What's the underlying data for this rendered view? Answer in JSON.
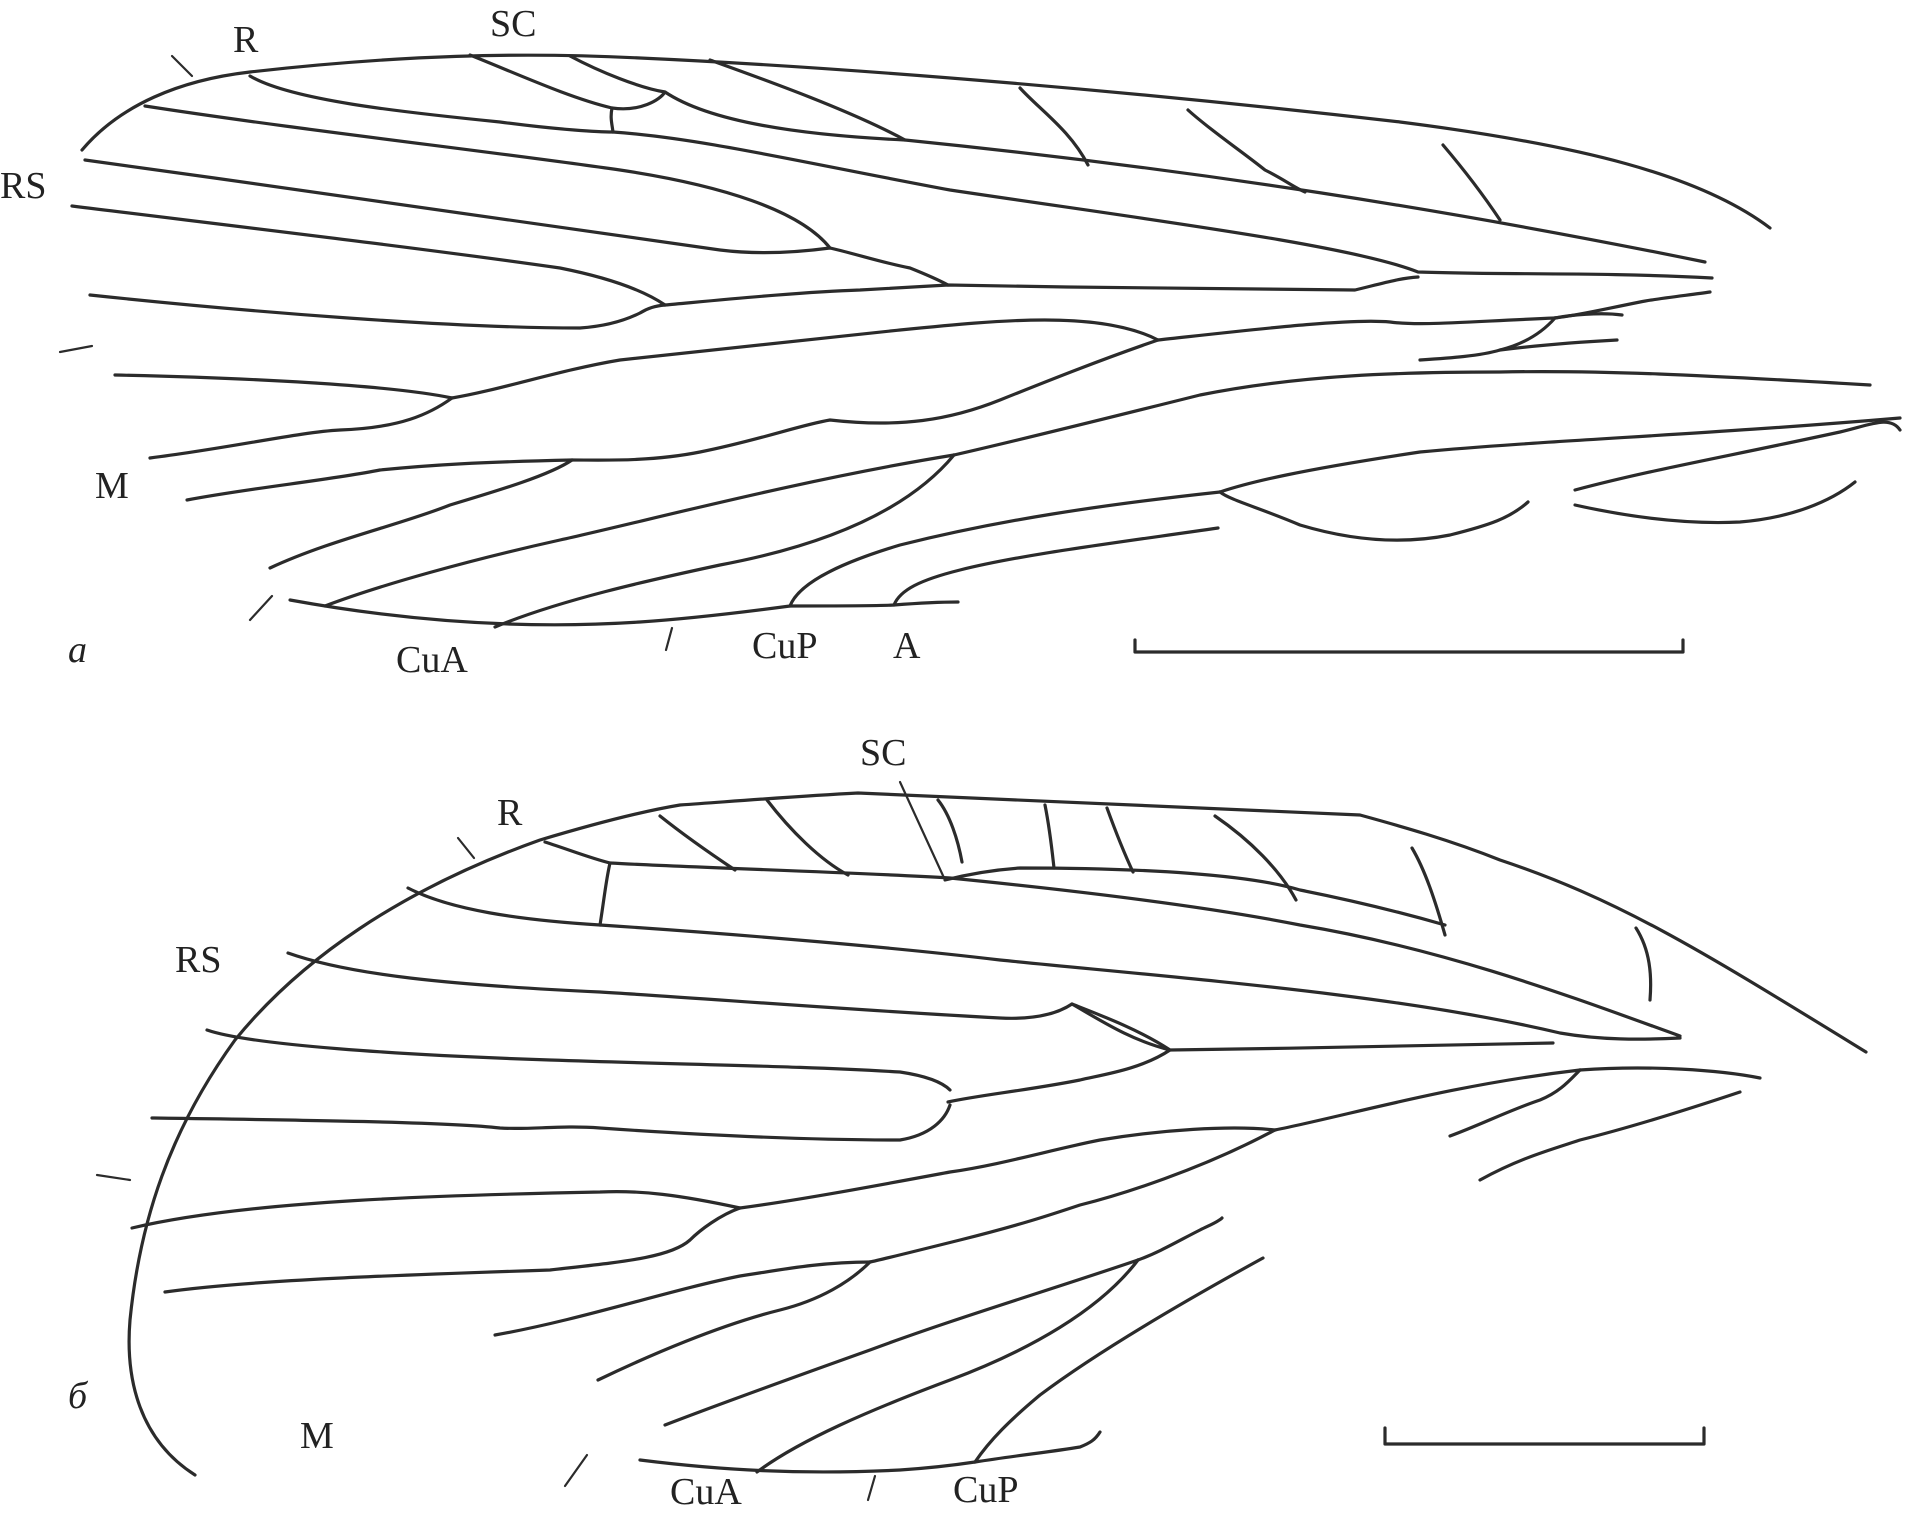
{
  "figure": {
    "panels": [
      {
        "id": "a",
        "panel_label": "а",
        "vein_labels": {
          "sc": "SC",
          "r": "R",
          "rs": "RS",
          "m": "M",
          "cua": "CuA",
          "cup": "CuP",
          "a": "A"
        },
        "has_scale_bar": true
      },
      {
        "id": "b",
        "panel_label": "б",
        "vein_labels": {
          "sc": "SC",
          "r": "R",
          "rs": "RS",
          "m": "M",
          "cua": "CuA",
          "cup": "CuP"
        },
        "has_scale_bar": true
      }
    ],
    "line_color": "#2b2b2b",
    "background": "#ffffff"
  }
}
